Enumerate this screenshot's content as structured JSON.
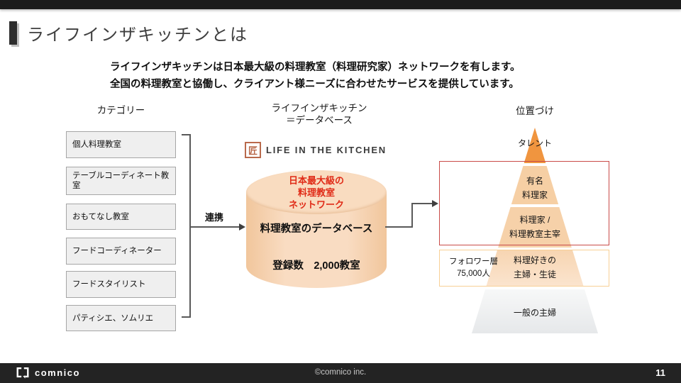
{
  "slide": {
    "title": "ライフインザキッチンとは",
    "intro_line1": "ライフインザキッチンは日本最大級の料理教室（料理研究家）ネットワークを有します。",
    "intro_line2": "全国の料理教室と協働し、クライアント様ニーズに合わせたサービスを提供しています。"
  },
  "categories": {
    "header": "カテゴリー",
    "items": [
      "個人料理教室",
      "テーブルコーディネート教室",
      "おもてなし教室",
      "フードコーディネーター",
      "フードスタイリスト",
      "パティシエ、ソムリエ"
    ],
    "link_label": "連携"
  },
  "database": {
    "header": "ライフインザキッチン\n＝データベース",
    "logo_mark": "匠",
    "logo_text": "LIFE IN THE KITCHEN",
    "highlight": "日本最大級の\n料理教室\nネットワーク",
    "label": "料理教室のデータベース",
    "count": "登録数　2,000教室"
  },
  "positioning": {
    "header": "位置づけ",
    "tiers": [
      "タレント",
      "有名\n料理家",
      "料理家 /\n料理教室主宰",
      "料理好きの\n主婦・生徒",
      "一般の主婦"
    ],
    "follower_label": "フォロワー層\n75,000人"
  },
  "footer": {
    "logo_text": "comnico",
    "copyright": "©comnico inc.",
    "page_number": "11"
  },
  "colors": {
    "top_tier_orange": "#f0953f",
    "peach_tier": "#f6cfa4",
    "cylinder_fill": "#f9dcc0",
    "highlight_red_text": "#e02b17",
    "red_box_border": "#c94b48",
    "orange_box_border": "#f8d096",
    "bar_dark": "#1c1c1c",
    "logo_brown": "#b96a4c"
  }
}
